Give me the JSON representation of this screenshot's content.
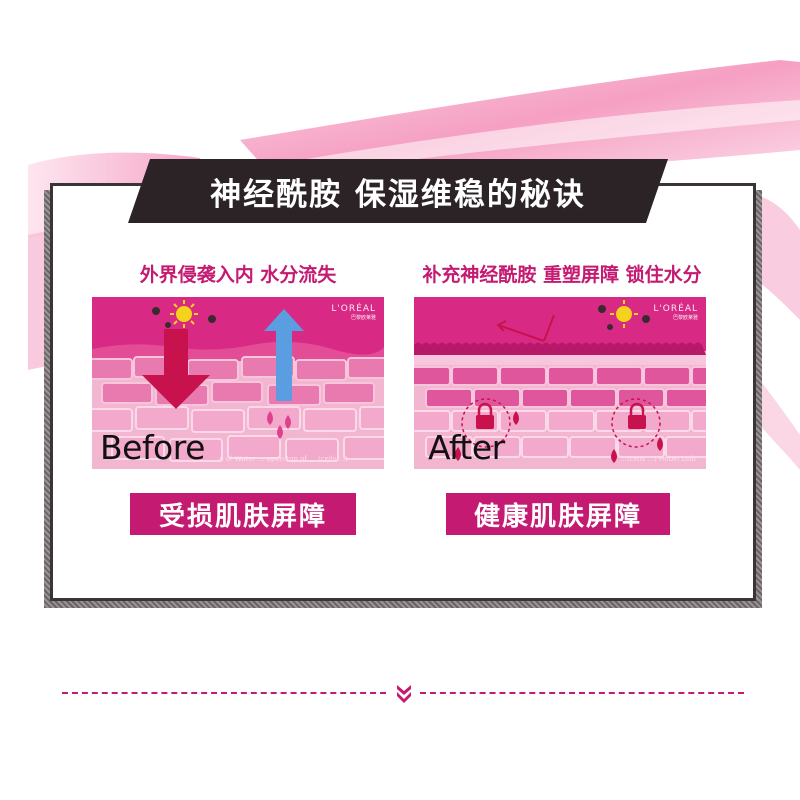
{
  "title": "神经酰胺  保湿维稳的秘诀",
  "panels": {
    "before": {
      "caption": "外界侵袭入内 水分流失",
      "brand": "L'ORÉAL",
      "brand_sub": "巴黎欧莱雅",
      "word": "Before",
      "fineprint": "...e of Water ... upon top of ... (cells ...)",
      "badge": "受损肌肤屏障"
    },
    "after": {
      "caption": "补充神经酰胺 重塑屏障 锁住水分",
      "brand": "L'ORÉAL",
      "brand_sub": "巴黎欧莱雅",
      "word": "After",
      "fineprint": "...(cells ...) Hebel Leib",
      "badge": "健康肌肤屏障"
    }
  },
  "colors": {
    "accent": "#c41a72",
    "banner": "#2b2325",
    "skin_top": "#d82a85",
    "cells": "#e66aa6",
    "cells_light": "#f2a9cb",
    "arrow_down": "#c8124e",
    "arrow_up": "#5a9de0",
    "sun": "#f5d21c"
  }
}
